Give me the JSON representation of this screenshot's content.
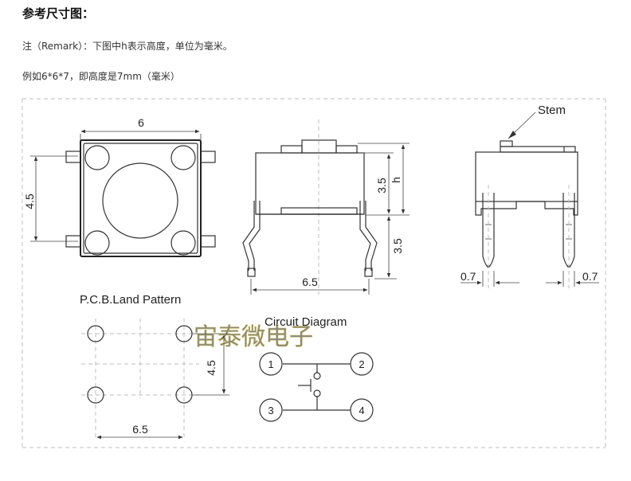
{
  "header": {
    "title": "参考尺寸图：",
    "remark": "注（Remark）：下图中h表示高度，单位为毫米。",
    "example": "例如6*6*7，即高度是7mm（毫米）"
  },
  "top_view": {
    "width_label": "6",
    "height_label": "4.5"
  },
  "side_view": {
    "height_label": "3.5",
    "h_label": "h",
    "lead_label": "3.5",
    "span_label": "6.5"
  },
  "end_view": {
    "stem_label": "Stem",
    "left_pin_label": "0.7",
    "right_pin_label": "0.7"
  },
  "pcb": {
    "title": "P.C.B.Land Pattern",
    "spacing_v": "4.5",
    "spacing_h": "6.5"
  },
  "circuit": {
    "title": "Circuit Diagram",
    "pins": [
      "1",
      "2",
      "3",
      "4"
    ]
  },
  "watermark": "宙泰微电子",
  "colors": {
    "line": "#333333",
    "dash": "#bdbdbd",
    "watermark": "#e8d84a"
  }
}
